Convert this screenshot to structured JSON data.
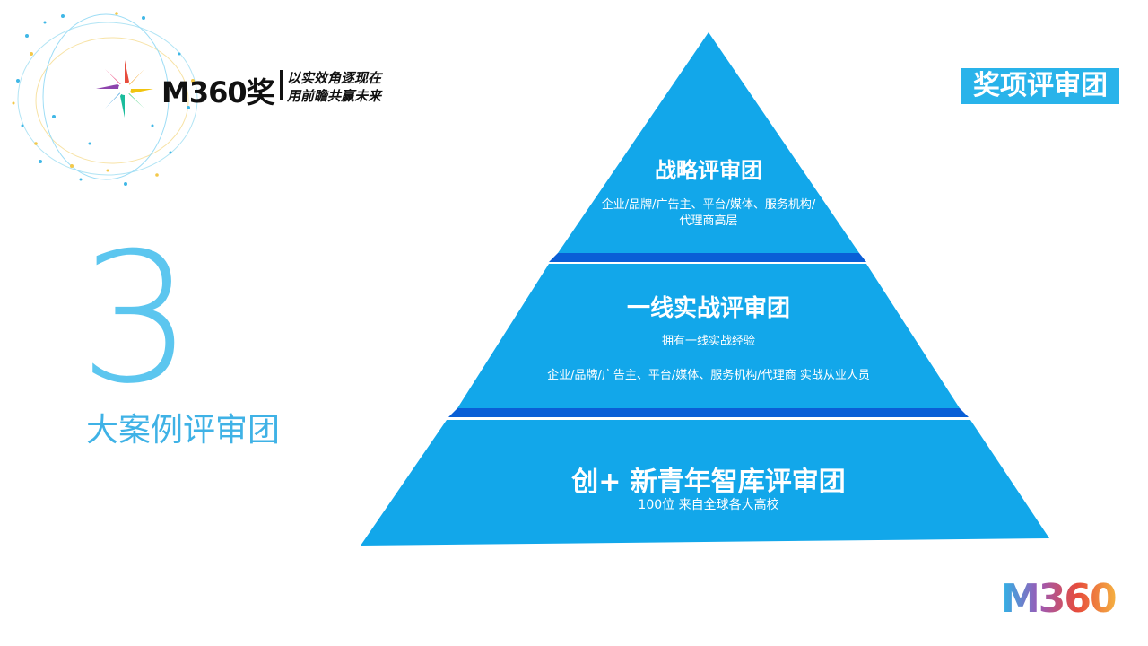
{
  "brand": {
    "logo_text": "M360奖",
    "slogan_line1": "以实效角逐现在",
    "slogan_line2": "用前瞻共赢未来",
    "corner_logo": "M360"
  },
  "badge": {
    "label": "奖项评审团"
  },
  "headline": {
    "number": "3",
    "subtitle": "大案例评审团"
  },
  "pyramid": {
    "tier1": {
      "title": "战略评审团",
      "desc": "企业/品牌/广告主、平台/媒体、服务机构/代理商高层"
    },
    "tier2": {
      "title": "一线实战评审团",
      "line1": "拥有一线实战经验",
      "line2": "企业/品牌/广告主、平台/媒体、服务机构/代理商 实战从业人员"
    },
    "tier3": {
      "title": "创+ 新青年智库评审团",
      "desc": "100位 来自全球各大高校"
    }
  },
  "colors": {
    "accent": "#29b3ea",
    "pyramid_face": "#12a7ea",
    "pyramid_edge": "#0a5fd6"
  }
}
